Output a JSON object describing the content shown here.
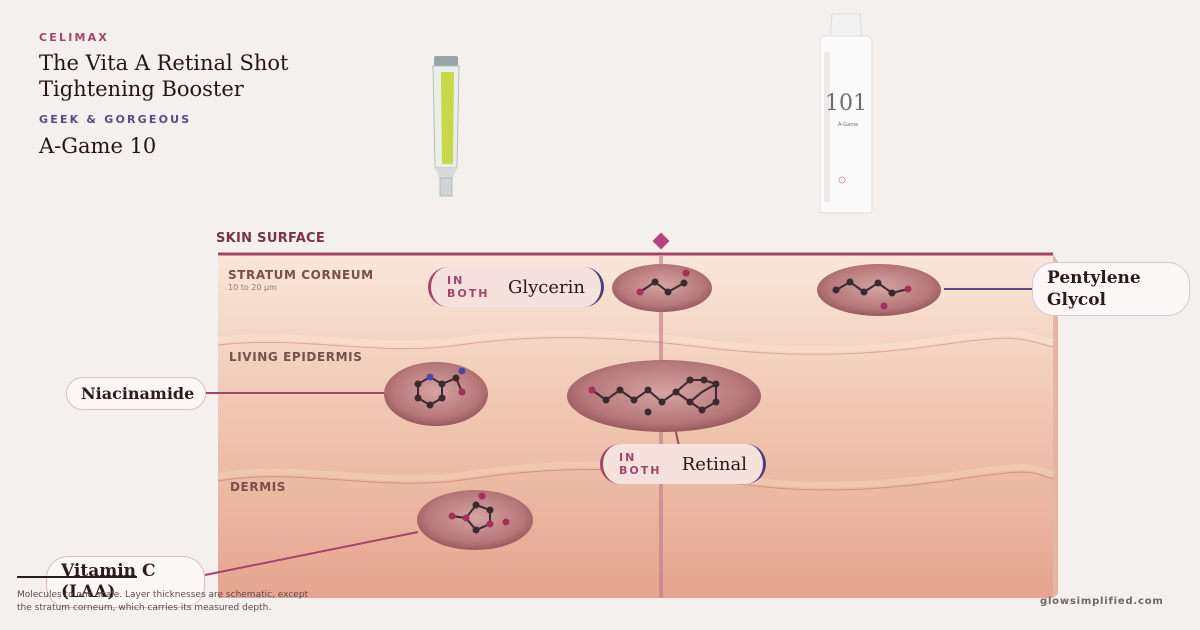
{
  "products": [
    {
      "brand": "CELIMAX",
      "name": "The Vita A Retinal Shot Tightening Booster",
      "brand_color": "#a34469"
    },
    {
      "brand": "GEEK & GORGEOUS",
      "name": "A-Game 10",
      "brand_color": "#5b4a86",
      "bottle_text": "A-Game"
    }
  ],
  "diagram": {
    "surface_label": "SKIN SURFACE",
    "layers": [
      {
        "name": "STRATUM CORNEUM",
        "depth": "10 to 20 µm"
      },
      {
        "name": "LIVING EPIDERMIS"
      },
      {
        "name": "DERMIS"
      }
    ],
    "shared": [
      {
        "tag": "IN BOTH",
        "name": "Glycerin"
      },
      {
        "tag": "IN BOTH",
        "name": "Retinal"
      }
    ],
    "callouts": {
      "pentylene": "Pentylene Glycol",
      "niacinamide": "Niacinamide",
      "vitamin_c": "Vitamin C (LAA)"
    },
    "colors": {
      "celimax": "#a34469",
      "geek": "#4b3c7a",
      "skin_top": "#f8e4d8",
      "skin_bottom": "#e6a892"
    }
  },
  "footnote": "Molecules to one scale. Layer thicknesses are schematic, except the stratum corneum, which carries its measured depth.",
  "site": "glowsimplified.com"
}
